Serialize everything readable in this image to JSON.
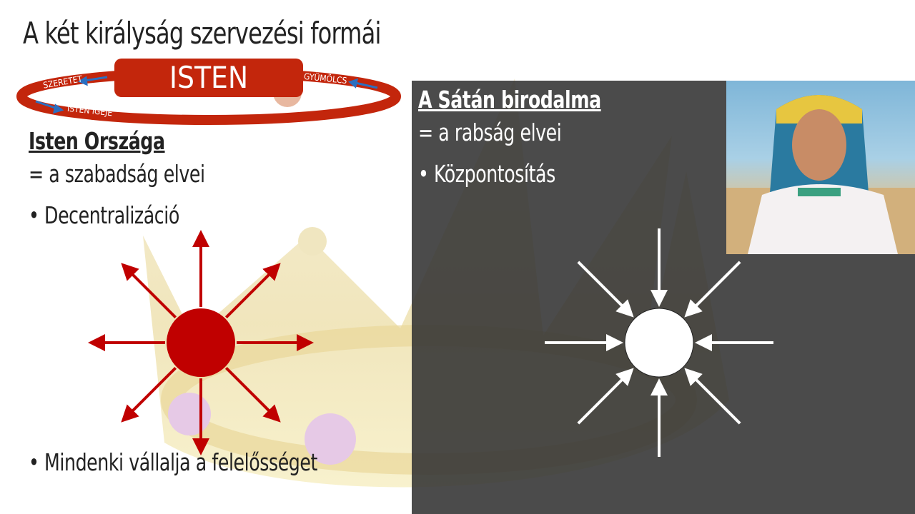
{
  "title": "A két királyság szervezési formái",
  "ring": {
    "center": "ISTEN",
    "labels": {
      "love": "SZERETET",
      "fruit": "GYÜMÖLCS",
      "word": "ISTEN IGÉJE"
    }
  },
  "left": {
    "heading": "Isten Országa",
    "subtitle": "= a szabadság elvei",
    "bullets": [
      "Decentralizáció",
      "Mindenki vállalja a felelősséget"
    ]
  },
  "right": {
    "heading": "A Sátán birodalma",
    "subtitle": "= a rabság elvei",
    "bullets": [
      "Központosítás"
    ]
  },
  "colors": {
    "red": "#c00000",
    "ring": "#c3260c",
    "dark": "#323232"
  }
}
